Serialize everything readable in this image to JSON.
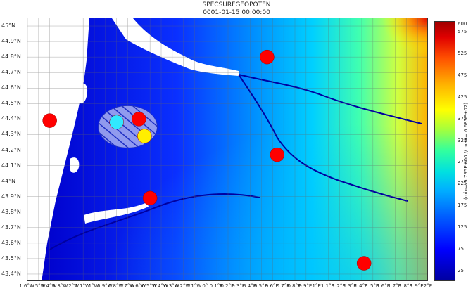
{
  "header": {
    "title": "SPECSURFGEOPOTEN",
    "subtitle": "0001-01-15 00:00:00"
  },
  "y_labels": [
    "45°N",
    "44.9°N",
    "44.8°N",
    "44.7°N",
    "44.6°N",
    "44.5°N",
    "44.4°N",
    "44.3°N",
    "44.2°N",
    "44.1°N",
    "44°N",
    "43.9°N",
    "43.8°N",
    "43.7°N",
    "43.6°N",
    "43.5°N",
    "43.4°N"
  ],
  "x_labels": [
    "1.6°W",
    "1.5°W",
    "1.4°W",
    "1.3°W",
    "1.2°W",
    "1.1°W",
    "1°W",
    "0.9°W",
    "0.8°W",
    "0.7°W",
    "0.6°W",
    "0.5°W",
    "0.4°W",
    "0.3°W",
    "0.2°W",
    "0.1°W",
    "0°",
    "0.1°E",
    "0.2°E",
    "0.3°E",
    "0.4°E",
    "0.5°E",
    "0.6°E",
    "0.7°E",
    "0.8°E",
    "0.9°E",
    "1°E",
    "1.1°E",
    "1.2°E",
    "1.3°E",
    "1.4°E",
    "1.5°E",
    "1.6°E",
    "1.7°E",
    "1.8°E",
    "1.9°E",
    "2°E"
  ],
  "colorbar": {
    "ticks": [
      "600",
      "575",
      "525",
      "475",
      "425",
      "375",
      "325",
      "275",
      "225",
      "175",
      "125",
      "75",
      "25"
    ],
    "label": "(min=-5.795E+00 // max= 6.685E+02)"
  },
  "markers": [
    {
      "lon": 0.55,
      "lat": 44.8,
      "color": "#ff0000"
    },
    {
      "lon": -1.4,
      "lat": 44.39,
      "color": "#ff0000"
    },
    {
      "lon": -0.6,
      "lat": 44.4,
      "color": "#ff0000"
    },
    {
      "lon": -0.8,
      "lat": 44.38,
      "color": "#30e8ff"
    },
    {
      "lon": -0.55,
      "lat": 44.29,
      "color": "#ffee00"
    },
    {
      "lon": 0.64,
      "lat": 44.17,
      "color": "#ff0000"
    },
    {
      "lon": -0.5,
      "lat": 43.89,
      "color": "#ff0000"
    },
    {
      "lon": 1.42,
      "lat": 43.47,
      "color": "#ff0000"
    }
  ],
  "highlight_area": {
    "lon": -0.7,
    "lat": 44.35,
    "fill": "#a0a8f0"
  }
}
